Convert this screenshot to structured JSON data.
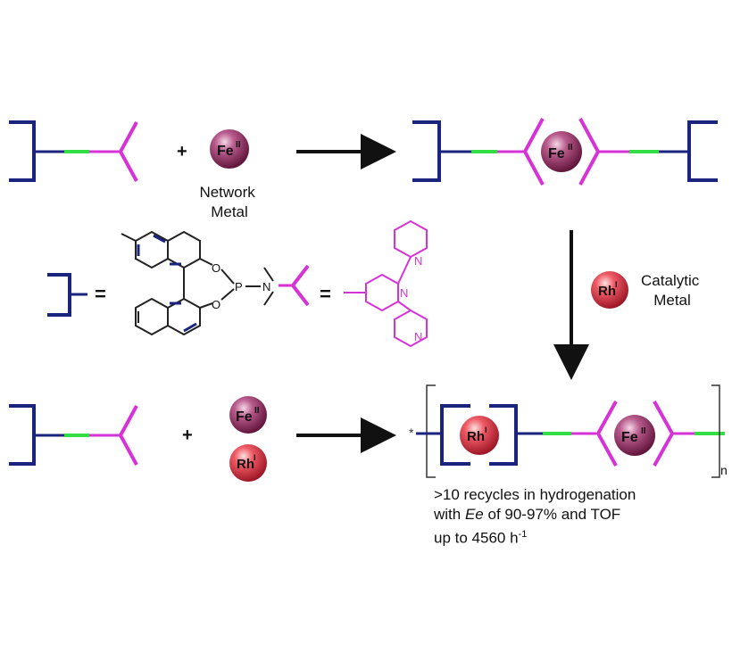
{
  "colors": {
    "background": "#ffffff",
    "linker_blue": "#1a237e",
    "spacer_green": "#33dd44",
    "terpyridine_magenta": "#d633d6",
    "arrow": "#111111",
    "fe_sphere": "#8b2c63",
    "rh_sphere": "#d8384a",
    "bond_black": "#222222"
  },
  "labels": {
    "plus_top": "+",
    "fe_top": "Fe",
    "fe_top_ox": "II",
    "network_metal": "Network\nMetal",
    "fe_product": "Fe",
    "fe_product_ox": "II",
    "rh_catalytic": "Rh",
    "rh_catalytic_ox": "I",
    "catalytic_metal": "Catalytic\nMetal",
    "eq1": "=",
    "eq2": "=",
    "atom_O1": "O",
    "atom_O2": "O",
    "atom_P": "P",
    "atom_N": "N",
    "atom_py_N1": "N",
    "atom_py_N2": "N",
    "atom_py_N3": "N",
    "plus_bottom": "+",
    "fe_bottom": "Fe",
    "fe_bottom_ox": "II",
    "rh_bottom": "Rh",
    "rh_bottom_ox": "I",
    "rh_poly": "Rh",
    "rh_poly_ox": "I",
    "fe_poly": "Fe",
    "fe_poly_ox": "II",
    "repeat_n": "n",
    "asterisk": "*"
  },
  "note": {
    "line1": ">10 recycles in hydrogenation",
    "line2_pre": "with ",
    "line2_ee": "Ee",
    "line2_post": " of 90-97% and TOF",
    "line3": "up to 4560 h",
    "line3_sup": "-1"
  },
  "icons": [
    "fe-sphere-icon",
    "rh-sphere-icon",
    "bracket-linker-icon",
    "terpyridine-clamp-icon",
    "reaction-arrow-icon"
  ]
}
